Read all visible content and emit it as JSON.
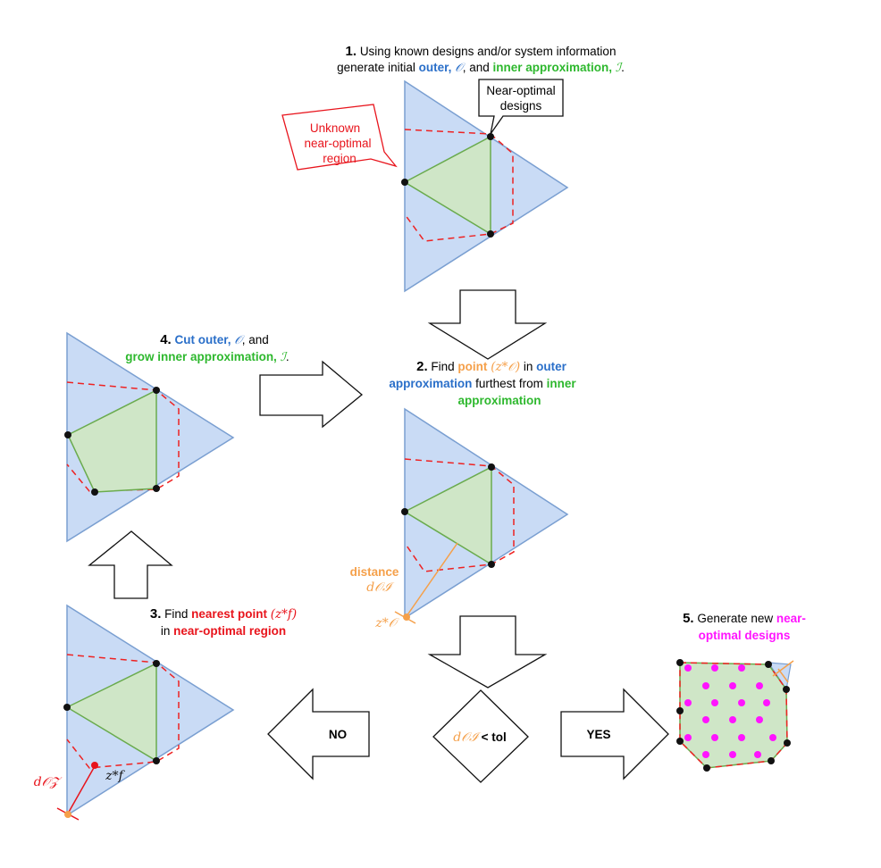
{
  "colors": {
    "outer_fill": "#c9dbf5",
    "outer_stroke": "#7a9fd1",
    "inner_fill": "#cfe6c7",
    "inner_stroke": "#6aab4e",
    "region_dash": "#ee2222",
    "blue_text": "#2a6fc9",
    "green_text": "#2eb82e",
    "orange": "#f5a04a",
    "red": "#e8141c",
    "magenta": "#ff14ff"
  },
  "step1": {
    "num": "1.",
    "line1": "Using known designs and/or system information",
    "line2_pre": "generate initial ",
    "outer": "outer,",
    "outer_sym": "𝒪",
    "and": ", and ",
    "inner": "inner approximation,",
    "inner_sym": "ℐ",
    "end": "."
  },
  "callout_near": {
    "line1": "Near-optimal",
    "line2": "designs"
  },
  "callout_unknown": {
    "line1": "Unknown",
    "line2": "near-optimal",
    "line3": "region"
  },
  "step2": {
    "num": "2.",
    "find": " Find ",
    "point": "point",
    "point_sym": "(z*𝒪)",
    "in": "  in ",
    "outer": "outer",
    "approx_outer": "approximation",
    "furthest": " furthest from ",
    "inner": "inner",
    "approx_inner": "approximation"
  },
  "distance_label": {
    "word": "distance",
    "sym": "d𝒪ℐ"
  },
  "zo_label": "z*𝒪",
  "step3": {
    "num": "3.",
    "find": " Find ",
    "nearest": "nearest point",
    "sym": "(z*f)",
    "in": "in ",
    "region": "near-optimal region"
  },
  "doz_label": "d𝒪𝒵",
  "zf_label": "z*f",
  "step4": {
    "num": "4.",
    "cut": " Cut outer,",
    "outer_sym": "𝒪",
    "and": ", and",
    "grow": "grow inner approximation,",
    "inner_sym": "ℐ",
    "end": "."
  },
  "step5": {
    "num": "5.",
    "gen": " Generate new ",
    "near": "near-",
    "designs": "optimal designs"
  },
  "decision": {
    "sym": "d𝒪ℐ",
    "tol": " < tol"
  },
  "no_label": "NO",
  "yes_label": "YES"
}
